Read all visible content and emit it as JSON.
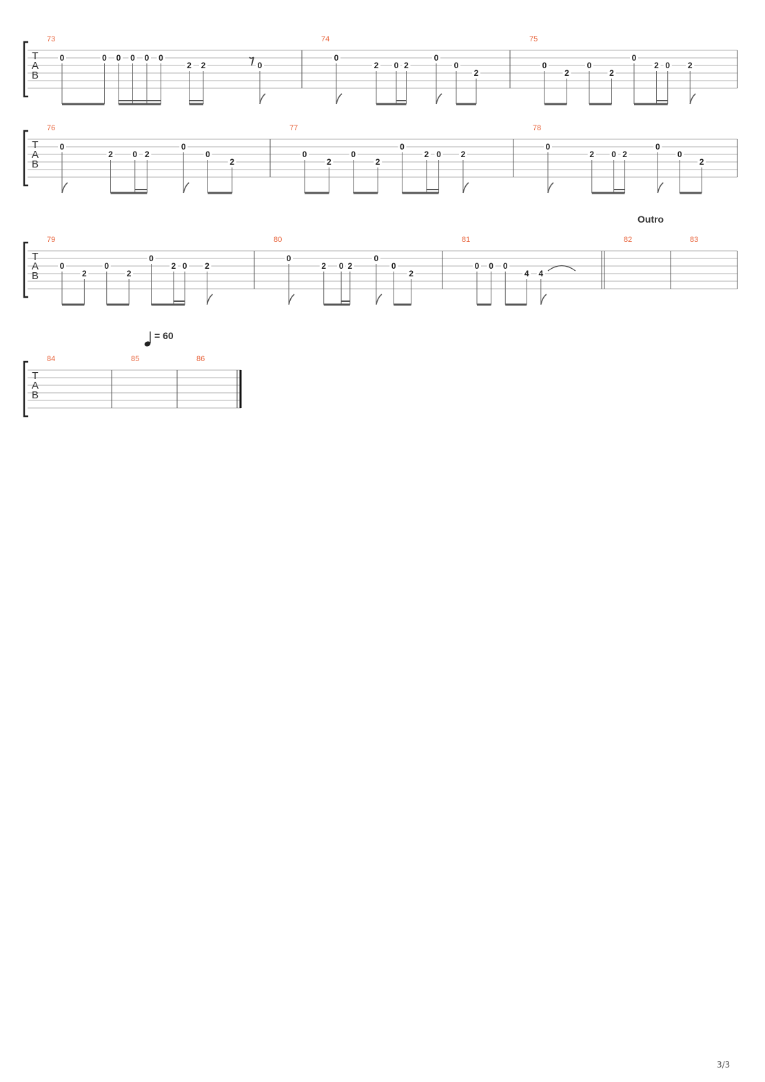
{
  "page_number": "3/3",
  "tab_clef": [
    "T",
    "A",
    "B"
  ],
  "section_marker": "Outro",
  "tempo_mark": {
    "note": "quarter",
    "text": "= 60"
  },
  "systems": [
    {
      "measures": [
        {
          "number": "73",
          "notes": [
            {
              "t": 0,
              "f": "0",
              "s": 1
            },
            {
              "t": 0.75,
              "f": "0",
              "s": 1
            },
            {
              "t": 1,
              "f": "0",
              "s": 1
            },
            {
              "t": 1.25,
              "f": "0",
              "s": 1
            },
            {
              "t": 1.5,
              "f": "0",
              "s": 1
            },
            {
              "t": 1.75,
              "f": "0",
              "s": 1
            },
            {
              "t": 2.25,
              "f": "2",
              "s": 2
            },
            {
              "t": 2.5,
              "f": "2",
              "s": 2
            },
            {
              "t": 3.5,
              "f": "0",
              "s": 2
            }
          ]
        },
        {
          "number": "74",
          "notes": [
            {
              "t": 0,
              "f": "0",
              "s": 1
            },
            {
              "t": 1,
              "f": "2",
              "s": 2
            },
            {
              "t": 1.5,
              "f": "0",
              "s": 2
            },
            {
              "t": 1.75,
              "f": "2",
              "s": 2
            },
            {
              "t": 2.5,
              "f": "0",
              "s": 1
            },
            {
              "t": 3,
              "f": "0",
              "s": 2
            },
            {
              "t": 3.5,
              "f": "2",
              "s": 3
            }
          ]
        },
        {
          "number": "75",
          "notes": [
            {
              "t": 0,
              "f": "0",
              "s": 2
            },
            {
              "t": 0.5,
              "f": "2",
              "s": 3
            },
            {
              "t": 1,
              "f": "0",
              "s": 2
            },
            {
              "t": 1.5,
              "f": "2",
              "s": 3
            },
            {
              "t": 2,
              "f": "0",
              "s": 1
            },
            {
              "t": 2.5,
              "f": "2",
              "s": 2
            },
            {
              "t": 2.75,
              "f": "0",
              "s": 2
            },
            {
              "t": 3.25,
              "f": "2",
              "s": 2
            }
          ]
        }
      ]
    },
    {
      "measures": [
        {
          "number": "76",
          "notes": [
            {
              "t": 0,
              "f": "0",
              "s": 1
            },
            {
              "t": 1,
              "f": "2",
              "s": 2
            },
            {
              "t": 1.5,
              "f": "0",
              "s": 2
            },
            {
              "t": 1.75,
              "f": "2",
              "s": 2
            },
            {
              "t": 2.5,
              "f": "0",
              "s": 1
            },
            {
              "t": 3,
              "f": "0",
              "s": 2
            },
            {
              "t": 3.5,
              "f": "2",
              "s": 3
            }
          ]
        },
        {
          "number": "77",
          "notes": [
            {
              "t": 0,
              "f": "0",
              "s": 2
            },
            {
              "t": 0.5,
              "f": "2",
              "s": 3
            },
            {
              "t": 1,
              "f": "0",
              "s": 2
            },
            {
              "t": 1.5,
              "f": "2",
              "s": 3
            },
            {
              "t": 2,
              "f": "0",
              "s": 1
            },
            {
              "t": 2.5,
              "f": "2",
              "s": 2
            },
            {
              "t": 2.75,
              "f": "0",
              "s": 2
            },
            {
              "t": 3.25,
              "f": "2",
              "s": 2
            }
          ]
        },
        {
          "number": "78",
          "notes": [
            {
              "t": 0,
              "f": "0",
              "s": 1
            },
            {
              "t": 1,
              "f": "2",
              "s": 2
            },
            {
              "t": 1.5,
              "f": "0",
              "s": 2
            },
            {
              "t": 1.75,
              "f": "2",
              "s": 2
            },
            {
              "t": 2.5,
              "f": "0",
              "s": 1
            },
            {
              "t": 3,
              "f": "0",
              "s": 2
            },
            {
              "t": 3.5,
              "f": "2",
              "s": 3
            }
          ]
        }
      ]
    },
    {
      "measures": [
        {
          "number": "79",
          "notes": [
            {
              "t": 0,
              "f": "0",
              "s": 2
            },
            {
              "t": 0.5,
              "f": "2",
              "s": 3
            },
            {
              "t": 1,
              "f": "0",
              "s": 2
            },
            {
              "t": 1.5,
              "f": "2",
              "s": 3
            },
            {
              "t": 2,
              "f": "0",
              "s": 1
            },
            {
              "t": 2.5,
              "f": "2",
              "s": 2
            },
            {
              "t": 2.75,
              "f": "0",
              "s": 2
            },
            {
              "t": 3.25,
              "f": "2",
              "s": 2
            }
          ]
        },
        {
          "number": "80",
          "notes": [
            {
              "t": 0,
              "f": "0",
              "s": 1
            },
            {
              "t": 1,
              "f": "2",
              "s": 2
            },
            {
              "t": 1.5,
              "f": "0",
              "s": 2
            },
            {
              "t": 1.75,
              "f": "2",
              "s": 2
            },
            {
              "t": 2.5,
              "f": "0",
              "s": 1
            },
            {
              "t": 3,
              "f": "0",
              "s": 2
            },
            {
              "t": 3.5,
              "f": "2",
              "s": 3
            }
          ]
        },
        {
          "number": "81",
          "notes": [
            {
              "t": 0,
              "f": "0",
              "s": 2
            },
            {
              "t": 0.5,
              "f": "0",
              "s": 2
            },
            {
              "t": 1,
              "f": "0",
              "s": 2
            },
            {
              "t": 1.75,
              "f": "4",
              "s": 3
            },
            {
              "t": 2.25,
              "f": "4",
              "s": 3
            }
          ]
        },
        {
          "number": "82",
          "notes": []
        },
        {
          "number": "83",
          "notes": []
        }
      ]
    },
    {
      "measures": [
        {
          "number": "84",
          "notes": []
        },
        {
          "number": "85",
          "notes": []
        },
        {
          "number": "86",
          "notes": []
        }
      ]
    }
  ]
}
